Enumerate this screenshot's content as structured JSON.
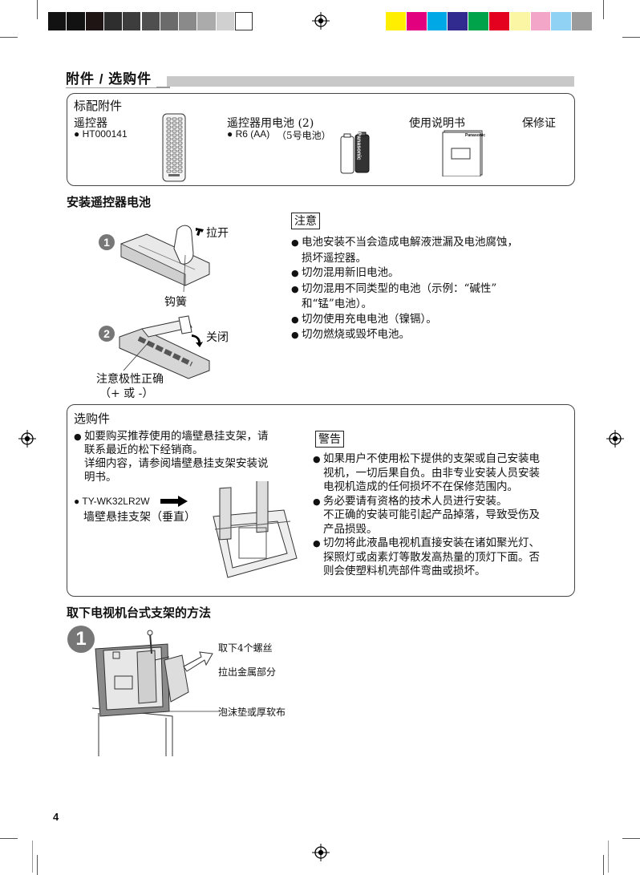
{
  "colors": {
    "grayscale": [
      "#121212",
      "#121212",
      "#201515",
      "#2e2e2e",
      "#3d3d3d",
      "#4f4f4f",
      "#6b6b6b",
      "#8a8a8a",
      "#ababab",
      "#d0d0d0",
      "#ffffff"
    ],
    "process": [
      "#ffee00",
      "#e3007e",
      "#00a8e6",
      "#312b8f",
      "#00a24a",
      "#e4001f",
      "#fbf6a3",
      "#f4a6c8",
      "#8fd2f3",
      "#9b9b9b"
    ]
  },
  "section_title": "附件 / 选购件",
  "standard": {
    "heading": "标配附件",
    "remote_label": "遥控器",
    "remote_model": "● HT000141",
    "battery_label": "遥控器用电池 (2)",
    "battery_model": "● R6 (AA)",
    "battery_note": "（5号电池）",
    "battery_brand": "Panasonic",
    "manual_label": "使用说明书",
    "manual_brand": "Panasonic",
    "warranty_label": "保修证"
  },
  "battery_install": {
    "heading": "安装遥控器电池",
    "step1": "1",
    "step2": "2",
    "pull_open": "拉开",
    "hook": "钩簧",
    "close": "关闭",
    "polarity_line1": "注意极性正确",
    "polarity_line2": "（+ 或 -）",
    "notice_title": "注意",
    "notes": [
      "电池安装不当会造成电解液泄漏及电池腐蚀，",
      "损坏遥控器。",
      "切勿混用新旧电池。",
      "切勿混用不同类型的电池（示例：“碱性”",
      "和“锰”电池）。",
      "切勿使用充电电池（镍镉）。",
      "切勿燃烧或毁坏电池。"
    ]
  },
  "optional": {
    "heading": "选购件",
    "intro_lines": [
      "如要购买推荐使用的墙壁悬挂支架，请",
      "联系最近的松下经销商。",
      "详细内容，请参阅墙壁悬挂支架安装说",
      "明书。"
    ],
    "model": "TY-WK32LR2W",
    "model_desc": "墙壁悬挂支架（垂直）",
    "warning_title": "警告",
    "warnings": [
      "如果用户不使用松下提供的支架或自己安装电",
      "视机，一切后果自负。由非专业安装人员安装",
      "电视机造成的任何损坏不在保修范围内。",
      "务必要请有资格的技术人员进行安装。",
      "不正确的安装可能引起产品掉落，导致受伤及",
      "产品损毁。",
      "切勿将此液晶电视机直接安装在诸如聚光灯、",
      "探照灯或卤素灯等散发高热量的顶灯下面。否",
      "则会使塑料机壳部件弯曲或损坏。"
    ]
  },
  "stand_removal": {
    "heading": "取下电视机台式支架的方法",
    "step": "1",
    "remove_screws": "取下4个螺丝",
    "pull_metal": "拉出金属部分",
    "foam": "泡沫垫或厚软布"
  },
  "page_number": "4"
}
